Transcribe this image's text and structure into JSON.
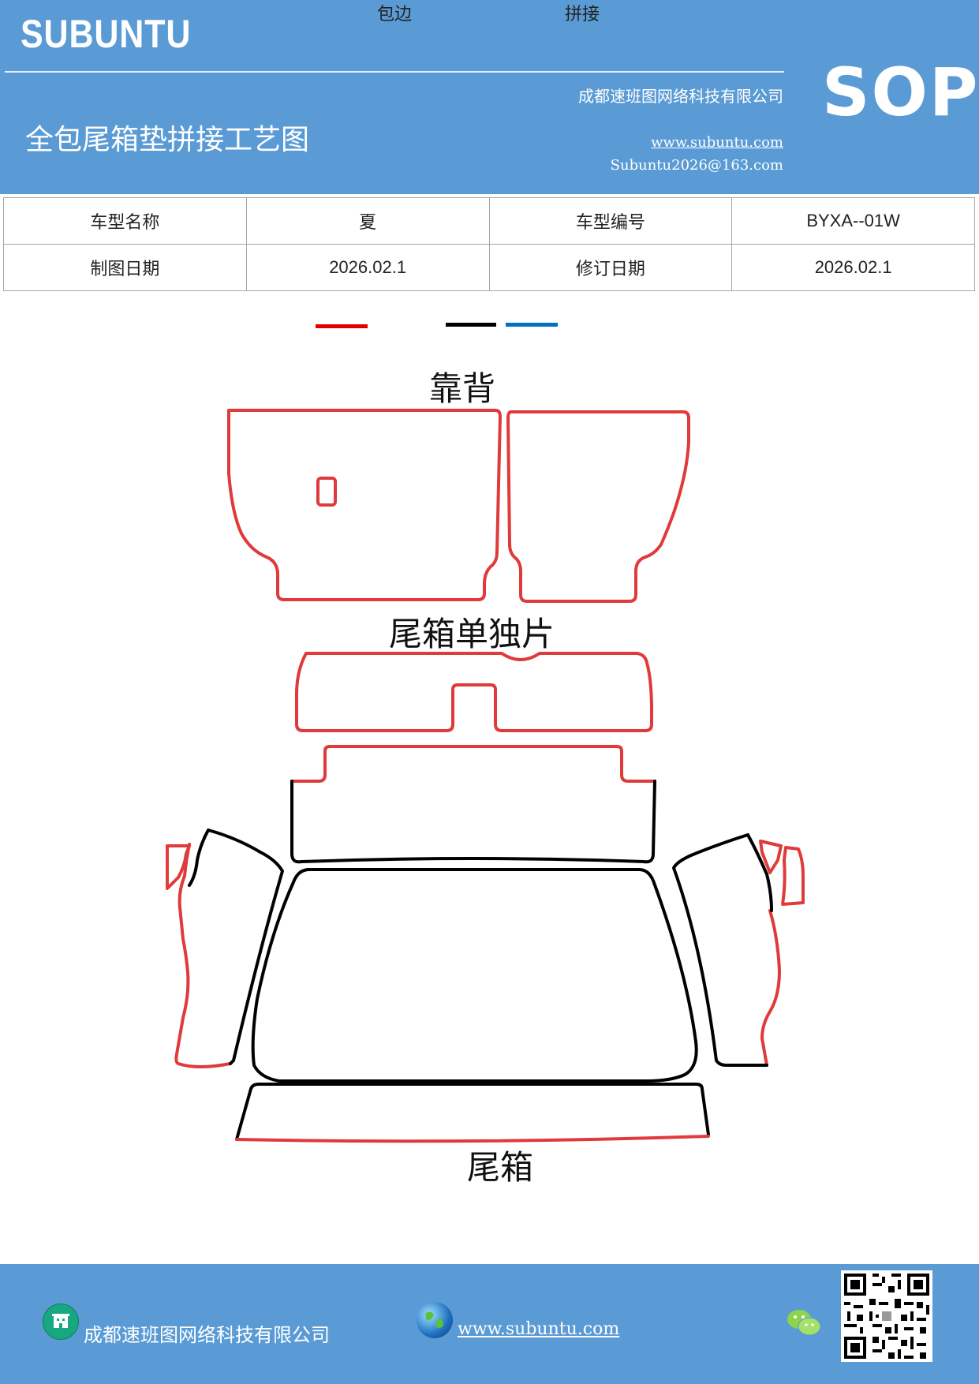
{
  "header": {
    "brand": "SUBUNTU",
    "company": "成都速班图网络科技有限公司",
    "title": "全包尾箱垫拼接工艺图",
    "website": "www.subuntu.com",
    "email": "Subuntu2026@163.com",
    "badge": "SOP"
  },
  "info_table": {
    "model_name_label": "车型名称",
    "model_name_value": "夏",
    "model_code_label": "车型编号",
    "model_code_value": "BYXA--01W",
    "draw_date_label": "制图日期",
    "draw_date_value": "2026.02.1",
    "revise_date_label": "修订日期",
    "revise_date_value": "2026.02.1"
  },
  "legend": {
    "items": [
      {
        "label": "包边",
        "color": "#e00000"
      },
      {
        "label": "",
        "color": "#000000"
      },
      {
        "label": "拼接",
        "color": "#0070c0"
      }
    ]
  },
  "drawing": {
    "label_backrest": "靠背",
    "label_trunk_single": "尾箱单独片",
    "label_trunk": "尾箱",
    "edge_color": "#e03a3a",
    "seam_color": "#000000"
  },
  "footer": {
    "company": "成都速班图网络科技有限公司",
    "website": "www.subuntu.com",
    "building_icon": "building-icon",
    "globe_icon": "globe-icon",
    "wechat_icon": "wechat-icon"
  }
}
